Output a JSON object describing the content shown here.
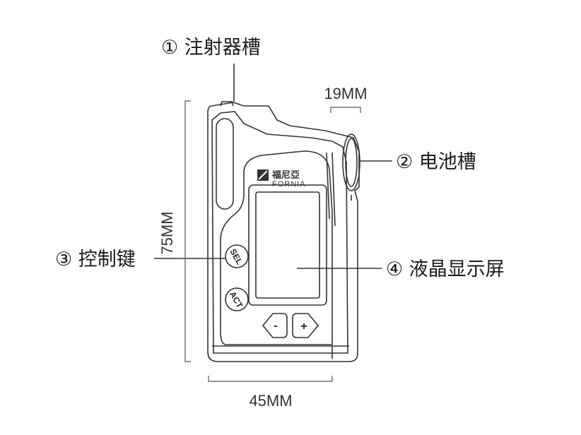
{
  "labels": {
    "syringe_slot": "① 注射器槽",
    "battery_slot": "② 电池槽",
    "control_keys": "③ 控制键",
    "lcd_screen": "④ 液晶显示屏"
  },
  "dimensions": {
    "height": "75MM",
    "width": "45MM",
    "battery_width": "19MM"
  },
  "brand": {
    "chinese": "福尼亞",
    "english": "FORNIA"
  },
  "buttons": {
    "sel": "SEL",
    "act": "ACT",
    "minus": "-",
    "plus": "+"
  },
  "icons": {
    "brand_logo": "fornia-logo-icon"
  }
}
